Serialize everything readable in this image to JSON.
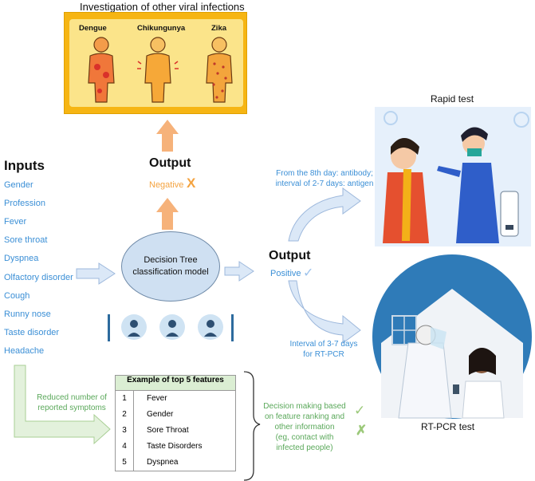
{
  "viral": {
    "title": "Investigation of other viral infections",
    "diseases": [
      "Dengue",
      "Chikungunya",
      "Zika"
    ]
  },
  "inputs": {
    "title": "Inputs",
    "items": [
      "Gender",
      "Profession",
      "Fever",
      "Sore throat",
      "Dyspnea",
      "Olfactory disorder",
      "Cough",
      "Runny nose",
      "Taste disorder",
      "Headache"
    ]
  },
  "output_top": {
    "title": "Output",
    "negative": "Negative",
    "x_mark": "X"
  },
  "model": {
    "line1": "Decision Tree",
    "line2": "classification model"
  },
  "output_right": {
    "title": "Output",
    "positive": "Positive"
  },
  "antibody_text": {
    "line1": "From the 8th day: antibody;",
    "line2": "interval of 2-7 days: antigen"
  },
  "rtpcr_interval": {
    "line1": "Interval of 3-7 days",
    "line2": "for RT-PCR"
  },
  "rapid_title": "Rapid test",
  "rtpcr_title": "RT-PCR test",
  "reduced_text": {
    "line1": "Reduced number of",
    "line2": "reported symptoms"
  },
  "features": {
    "header": "Example of top 5 features",
    "rows": [
      {
        "num": "1",
        "name": "Fever"
      },
      {
        "num": "2",
        "name": "Gender"
      },
      {
        "num": "3",
        "name": "Sore Throat"
      },
      {
        "num": "4",
        "name": "Taste Disorders"
      },
      {
        "num": "5",
        "name": "Dyspnea"
      }
    ]
  },
  "decision": {
    "line1": "Decision making based",
    "line2": "on feature ranking and",
    "line3": "other information",
    "line4": "(eg, contact with",
    "line5": "infected people)"
  },
  "colors": {
    "blue_text": "#3b8fd6",
    "green_text": "#5aa85a",
    "orange": "#f4a340",
    "arrow_blue": "#dbe8f7",
    "arrow_green": "#e3f1dc",
    "box_orange": "#f6b513"
  },
  "icons": [
    "orange-up-arrow-icon",
    "blue-right-arrow-icon",
    "curved-arrow-icon",
    "green-l-arrow-icon",
    "check-icon",
    "x-icon",
    "brace-icon"
  ]
}
